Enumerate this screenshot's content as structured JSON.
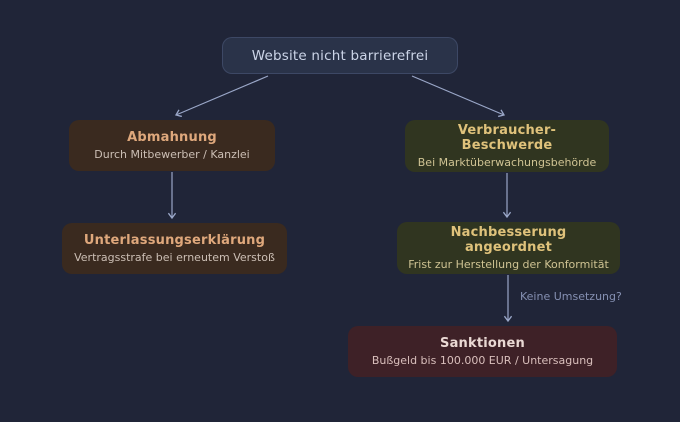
{
  "diagram": {
    "type": "flowchart",
    "background_color": "#202538",
    "edge_color": "#9aa7c8",
    "nodes": {
      "root": {
        "title": "Website nicht barrierefrei",
        "fill": "#2a3349",
        "text_color": "#ccd5e8"
      },
      "abmahnung": {
        "title": "Abmahnung",
        "subtitle": "Durch Mitbewerber / Kanzlei",
        "fill": "#3a2a1f",
        "title_color": "#dfa87c"
      },
      "verbraucher_beschwerde": {
        "title": "Verbraucher-Beschwerde",
        "subtitle": "Bei Marktüberwachungsbehörde",
        "fill": "#303520",
        "title_color": "#dfc27b"
      },
      "unterlassungserklaerung": {
        "title": "Unterlassungserklärung",
        "subtitle": "Vertragsstrafe bei erneutem Verstoß",
        "fill": "#3a2a1f",
        "title_color": "#dfa87c"
      },
      "nachbesserung": {
        "title": "Nachbesserung angeordnet",
        "subtitle": "Frist zur Herstellung der Konformität",
        "fill": "#303520",
        "title_color": "#dfc27b"
      },
      "sanktionen": {
        "title": "Sanktionen",
        "subtitle": "Bußgeld bis 100.000 EUR / Untersagung",
        "fill": "#3e2127",
        "title_color": "#ead9d4"
      }
    },
    "edges": {
      "root_to_abmahnung": "arrow",
      "root_to_verbraucher": "arrow",
      "abmahnung_to_unterlassung": "arrow",
      "verbraucher_to_nachbesserung": "arrow",
      "nachbesserung_to_sanktionen_label": "Keine Umsetzung?"
    }
  }
}
